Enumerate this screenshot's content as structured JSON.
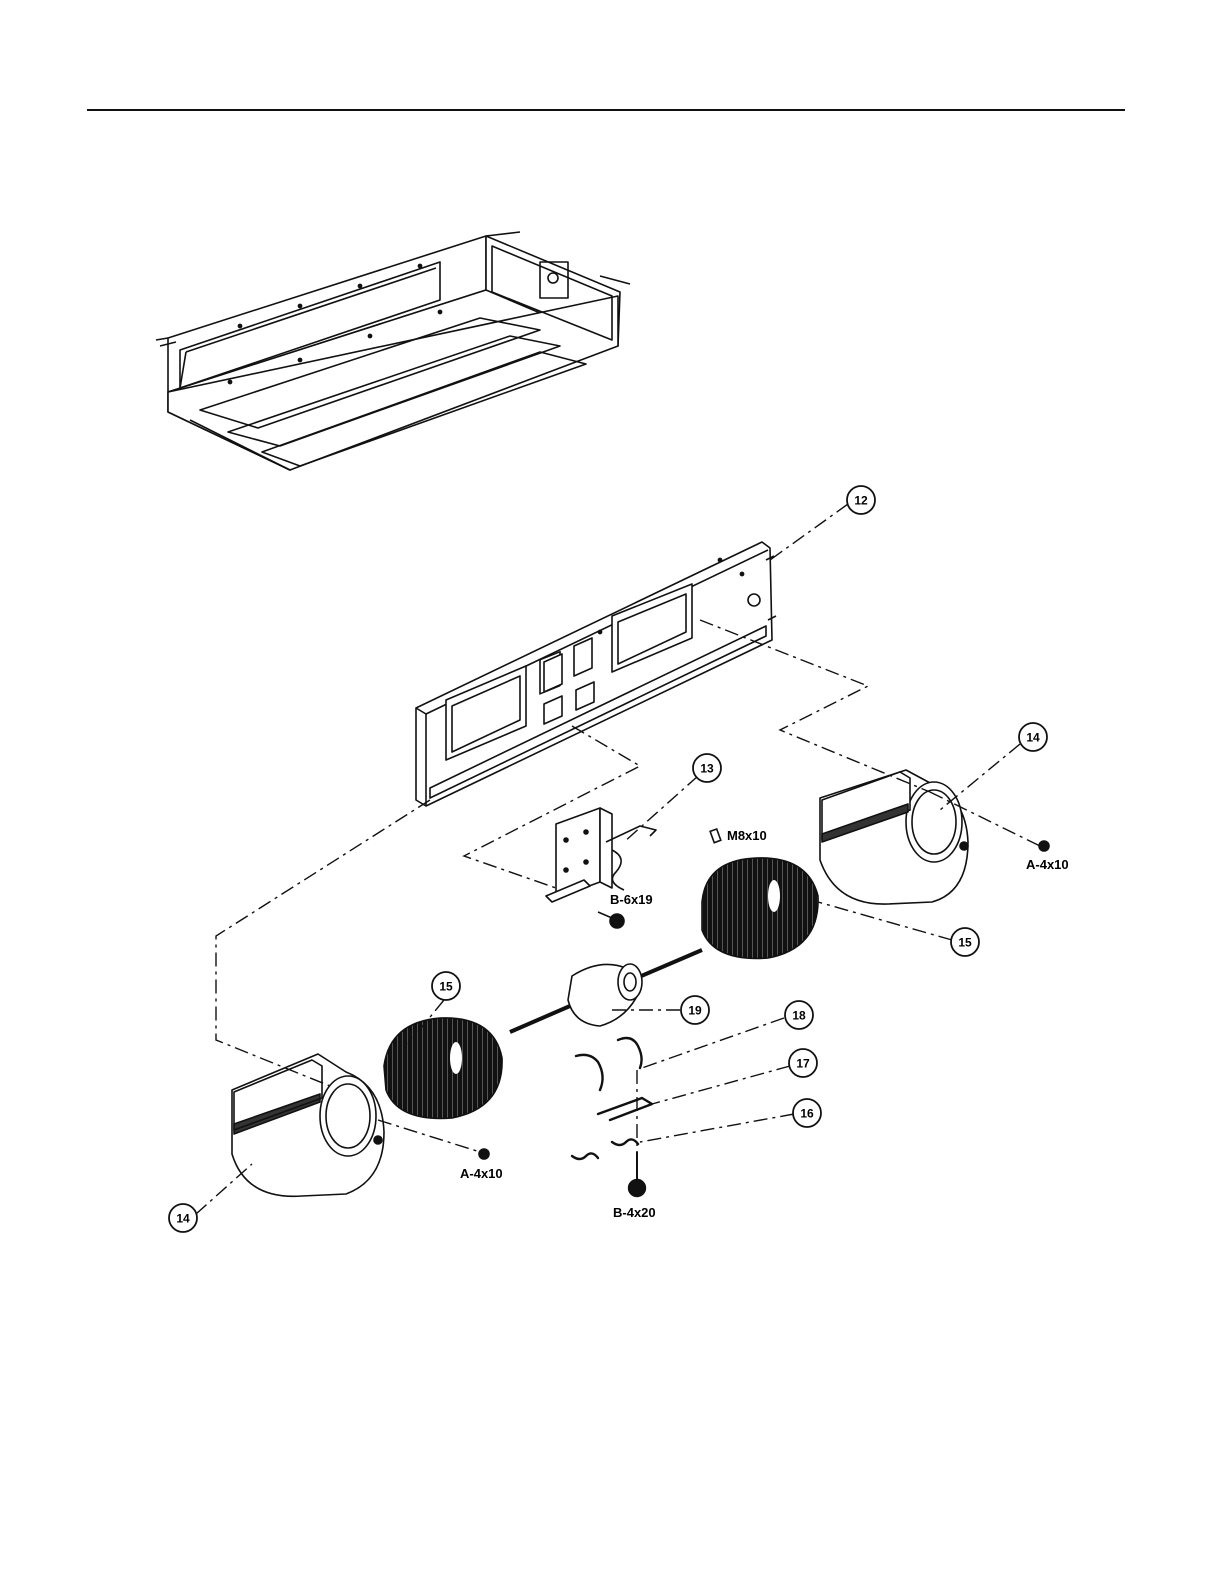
{
  "callouts": {
    "c12": "12",
    "c13": "13",
    "c14a": "14",
    "c14b": "14",
    "c15a": "15",
    "c15b": "15",
    "c16": "16",
    "c17": "17",
    "c18": "18",
    "c19": "19"
  },
  "hardware": {
    "m8x10": "M8x10",
    "b6x19": "B-6x19",
    "a4x10_right": "A-4x10",
    "a4x10_left": "A-4x10",
    "b4x20": "B-4x20"
  }
}
